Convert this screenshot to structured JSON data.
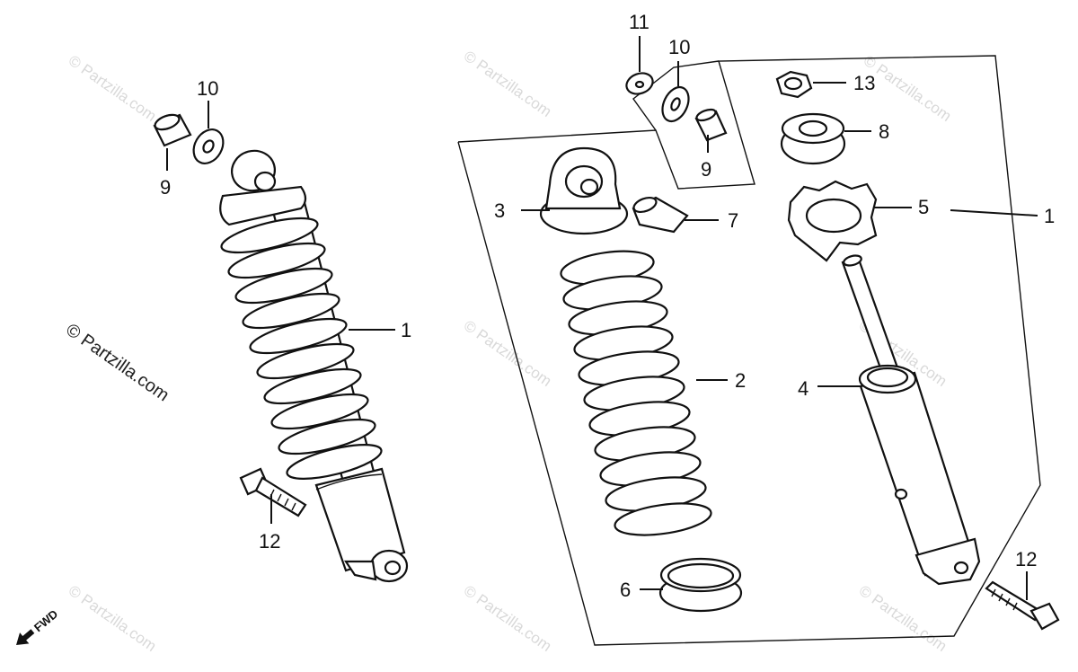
{
  "watermark": {
    "text": "© Partzilla.com"
  },
  "fwd_label": "FWD",
  "callouts": {
    "left": {
      "c10": "10",
      "c9": "9",
      "c1": "1",
      "c12": "12"
    },
    "right": {
      "c11": "11",
      "c10": "10",
      "c9": "9",
      "c13": "13",
      "c8": "8",
      "c3": "3",
      "c7": "7",
      "c5": "5",
      "c1": "1",
      "c2": "2",
      "c4": "4",
      "c6": "6",
      "c12": "12"
    }
  }
}
